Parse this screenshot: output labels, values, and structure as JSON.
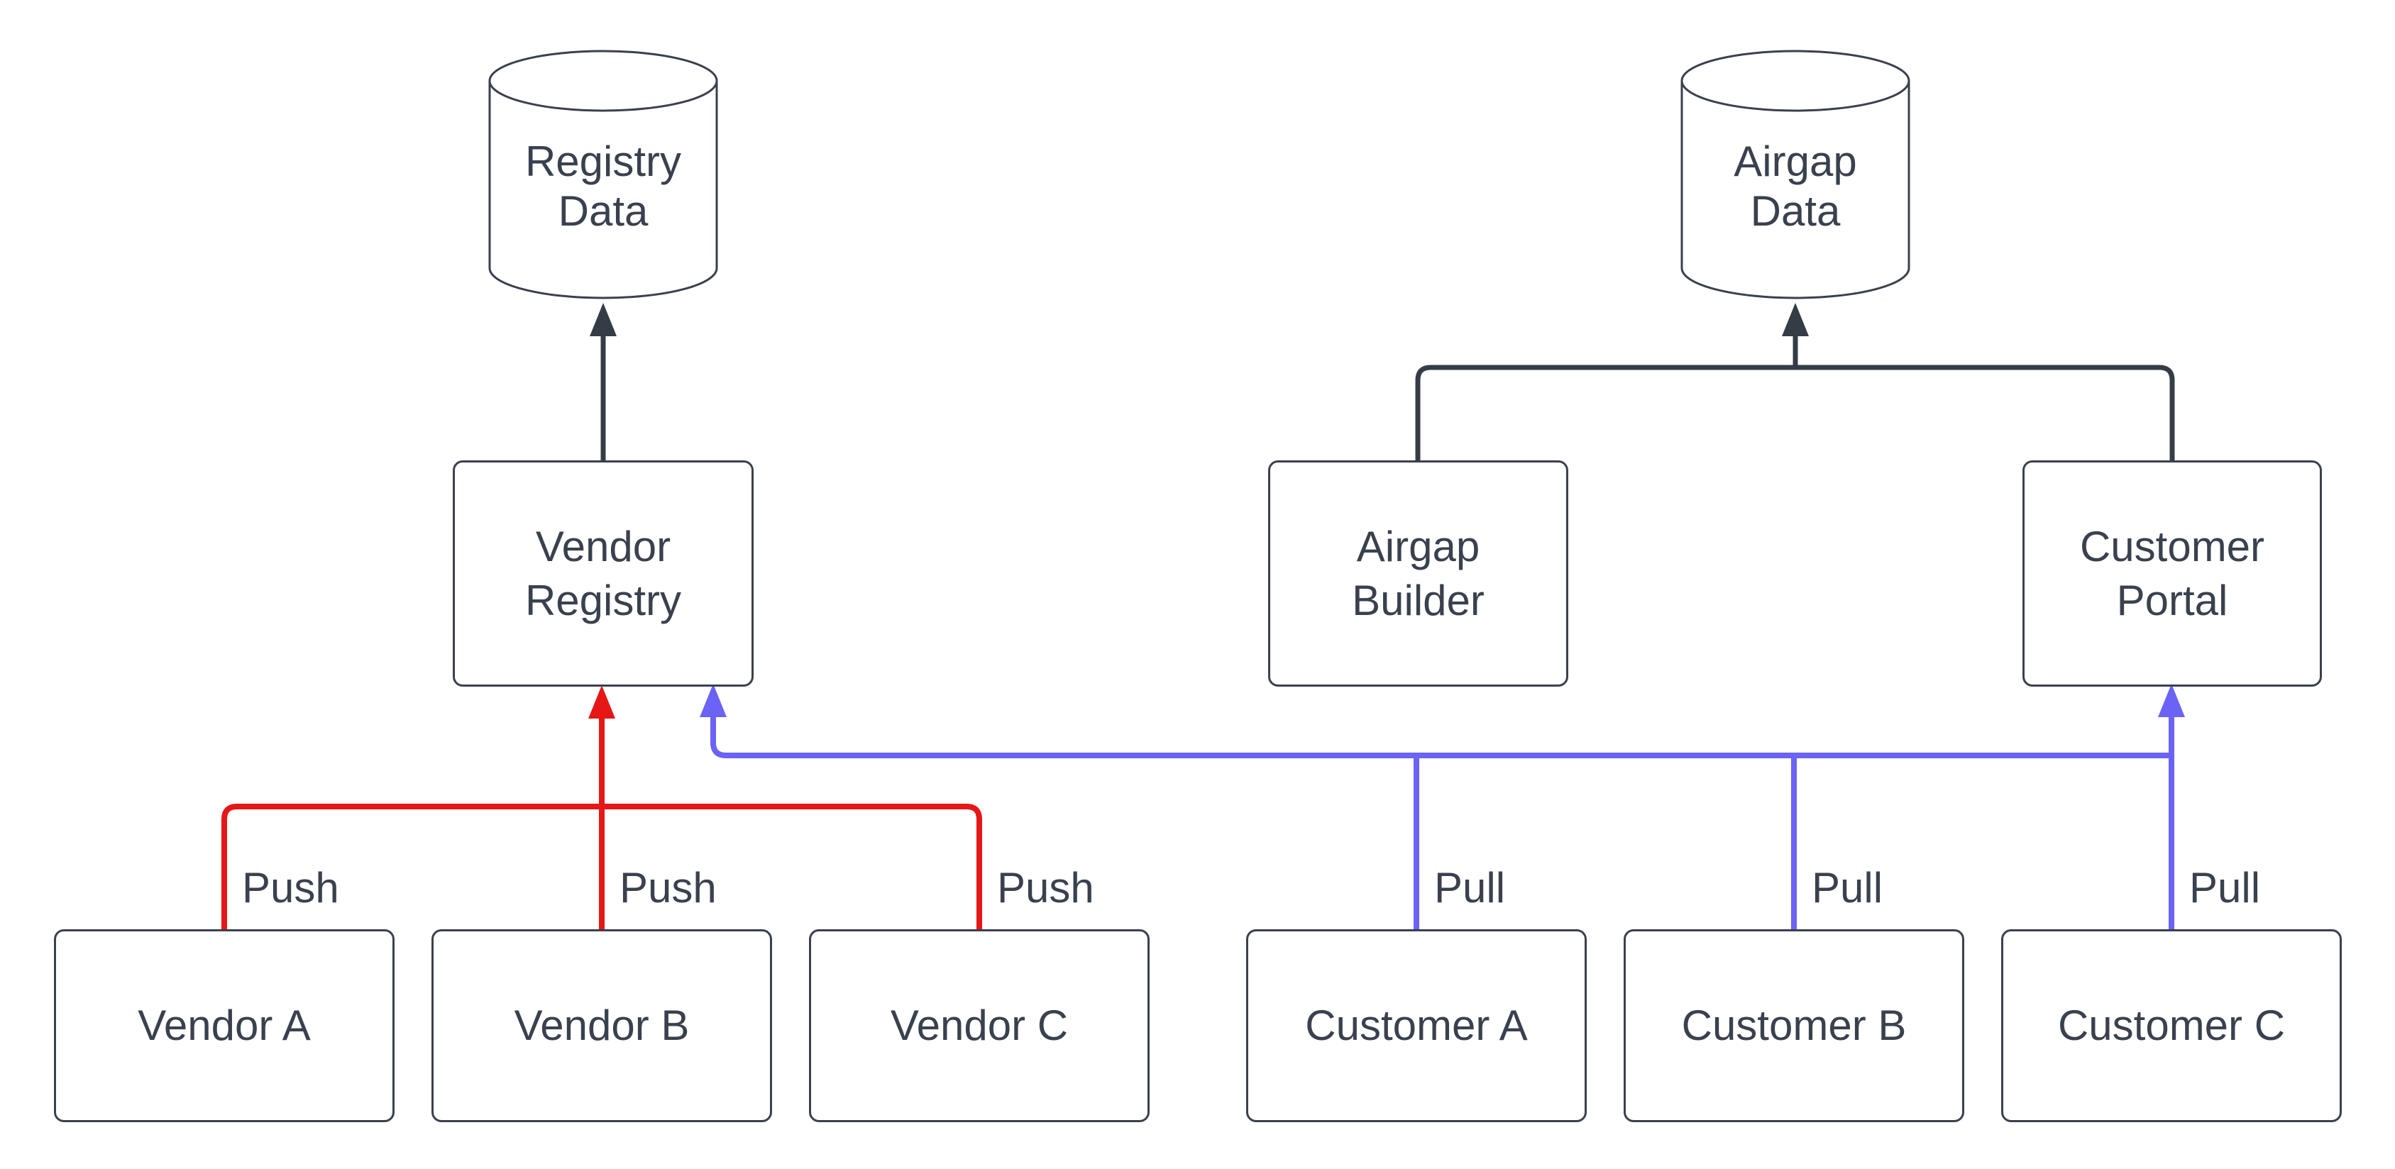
{
  "colors": {
    "background": "#ffffff",
    "neutral": "#343c46",
    "push": "#e61717",
    "pull": "#6b63f5",
    "text": "#3a414e",
    "node_border": "#39414d"
  },
  "nodes": {
    "registry_data": {
      "shape": "cylinder",
      "lines": [
        "Registry",
        "Data"
      ]
    },
    "airgap_data": {
      "shape": "cylinder",
      "lines": [
        "Airgap",
        "Data"
      ]
    },
    "vendor_registry": {
      "shape": "rect",
      "lines": [
        "Vendor",
        "Registry"
      ]
    },
    "airgap_builder": {
      "shape": "rect",
      "lines": [
        "Airgap",
        "Builder"
      ]
    },
    "customer_portal": {
      "shape": "rect",
      "lines": [
        "Customer",
        "Portal"
      ]
    },
    "vendor_a": {
      "shape": "rect",
      "lines": [
        "Vendor A"
      ]
    },
    "vendor_b": {
      "shape": "rect",
      "lines": [
        "Vendor B"
      ]
    },
    "vendor_c": {
      "shape": "rect",
      "lines": [
        "Vendor C"
      ]
    },
    "customer_a": {
      "shape": "rect",
      "lines": [
        "Customer A"
      ]
    },
    "customer_b": {
      "shape": "rect",
      "lines": [
        "Customer B"
      ]
    },
    "customer_c": {
      "shape": "rect",
      "lines": [
        "Customer C"
      ]
    }
  },
  "edge_labels": {
    "push": "Push",
    "pull": "Pull"
  },
  "edges": [
    {
      "from": "vendor_registry",
      "to": "registry_data"
    },
    {
      "from": "airgap_builder",
      "to": "airgap_data"
    },
    {
      "from": "customer_portal",
      "to": "airgap_data"
    },
    {
      "from": "vendor_a",
      "to": "vendor_registry",
      "label": "Push"
    },
    {
      "from": "vendor_b",
      "to": "vendor_registry",
      "label": "Push"
    },
    {
      "from": "vendor_c",
      "to": "vendor_registry",
      "label": "Push"
    },
    {
      "from": "customer_a",
      "to": [
        "vendor_registry",
        "customer_portal"
      ],
      "label": "Pull"
    },
    {
      "from": "customer_b",
      "to": [
        "vendor_registry",
        "customer_portal"
      ],
      "label": "Pull"
    },
    {
      "from": "customer_c",
      "to": [
        "vendor_registry",
        "customer_portal"
      ],
      "label": "Pull"
    }
  ]
}
